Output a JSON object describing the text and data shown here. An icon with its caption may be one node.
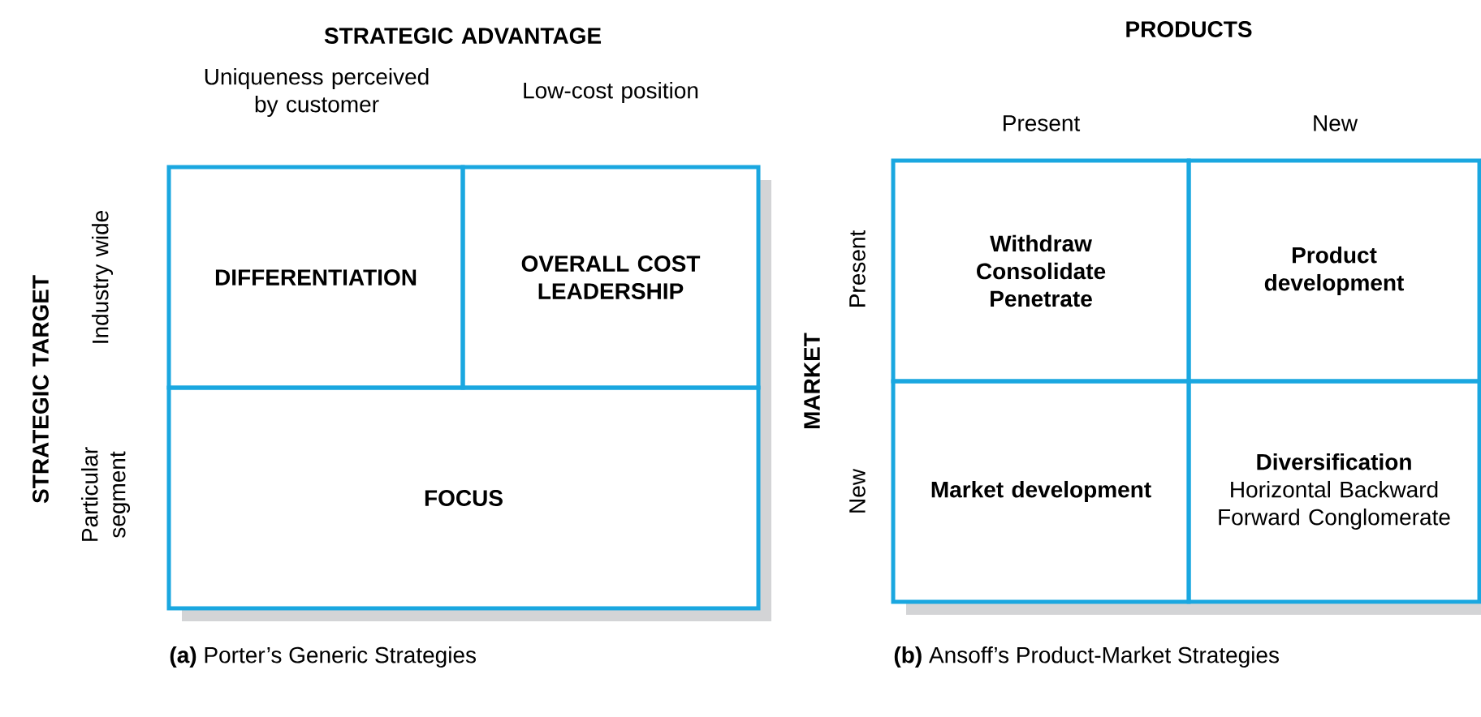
{
  "diagram": {
    "nodes": [
      {
        "text": [
          "DIFFERENTIATION"
        ]
      },
      {
        "text": [
          "OVERALL COST LEADERSHIP"
        ]
      },
      {
        "text": [
          "FOCUS"
        ]
      },
      {
        "text": [
          "Withdraw Consolidate Penetrate"
        ]
      },
      {
        "text": [
          "Product development"
        ]
      },
      {
        "text": [
          "Market development"
        ]
      },
      {
        "text": [
          "Diversification",
          "Horizontal Backward Forward Conglomerate"
        ]
      }
    ],
    "labels": [
      "STRATEGIC ADVANTAGE",
      "Uniqueness perceived by customer",
      "Low-cost position",
      "STRATEGIC TARGET",
      "Industry wide",
      "Particular segment",
      "**(a)** Porter’s Generic Strategies",
      "PRODUCTS",
      "Present",
      "New",
      "MARKET",
      "Present",
      "New",
      "**(b)** Ansoff’s Product-Market Strategies"
    ]
  }
}
